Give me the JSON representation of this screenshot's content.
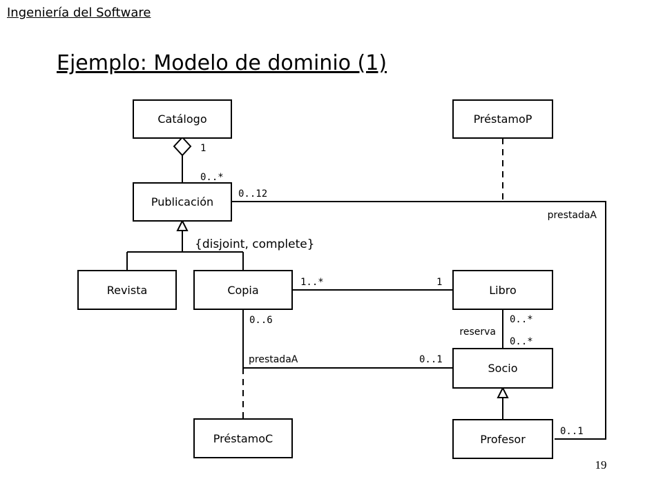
{
  "header": {
    "course": "Ingeniería del Software"
  },
  "slide": {
    "title": "Ejemplo: Modelo de dominio (1)",
    "page_number": "19"
  },
  "classes": {
    "catalogo": "Catálogo",
    "prestamo_p": "PréstamoP",
    "publicacion": "Publicación",
    "revista": "Revista",
    "copia": "Copia",
    "libro": "Libro",
    "socio": "Socio",
    "prestamo_c": "PréstamoC",
    "profesor": "Profesor"
  },
  "constraints": {
    "generalization": "{disjoint, complete}"
  },
  "associations": {
    "catalogo_publicacion": {
      "catalogo_end": "1",
      "publicacion_end": "0..*"
    },
    "publicacion_profesor": {
      "publicacion_end": "0..12",
      "role": "prestadaA",
      "profesor_end": "0..1"
    },
    "copia_libro": {
      "copia_end": "1..*",
      "libro_end": "1"
    },
    "libro_socio": {
      "libro_end": "0..*",
      "role": "reserva",
      "socio_end": "0..*"
    },
    "copia_socio": {
      "copia_end": "0..6",
      "role": "prestadaA",
      "socio_end": "0..1"
    }
  }
}
